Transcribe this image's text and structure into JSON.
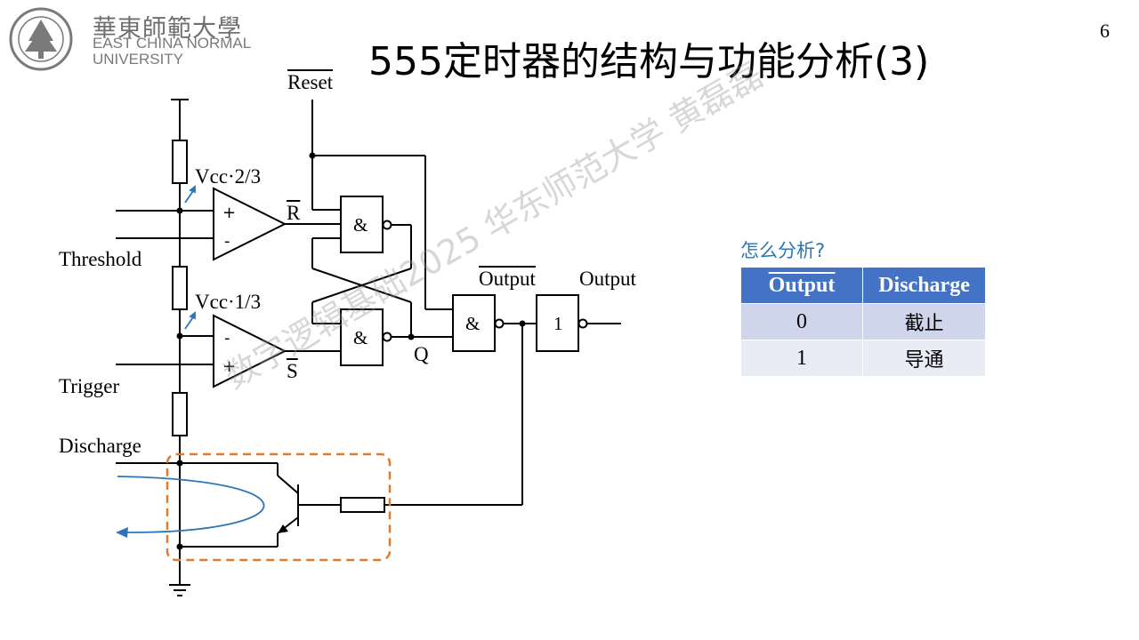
{
  "header": {
    "logo_cn": "華東師範大學",
    "logo_en_1": "EAST CHINA NORMAL",
    "logo_en_2": "UNIVERSITY",
    "title": "555定时器的结构与功能分析(3)",
    "page_number": "6"
  },
  "circuit": {
    "reset_label": "Reset",
    "vcc_23_label": "Vcc·2/3",
    "vcc_13_label": "Vcc·1/3",
    "threshold_label": "Threshold",
    "trigger_label": "Trigger",
    "discharge_label": "Discharge",
    "r_label": "R",
    "s_label": "S",
    "q_label": "Q",
    "output_bar_label": "Output",
    "output_label": "Output",
    "comp_upper_plus": "+",
    "comp_upper_minus": "-",
    "comp_lower_minus": "-",
    "comp_lower_plus": "+",
    "and_gate_symbol": "&",
    "not_gate_symbol": "1"
  },
  "question": "怎么分析?",
  "truth_table": {
    "headers": [
      "Output",
      "Discharge"
    ],
    "rows": [
      [
        "0",
        "截止"
      ],
      [
        "1",
        "导通"
      ]
    ]
  },
  "watermark": "数字逻辑基础2025 华东师范大学 黄磊磊",
  "colors": {
    "table_header": "#4472c4",
    "table_row1": "#cfd5ea",
    "table_row2": "#e9ebf5",
    "highlight_box": "#e07b2e",
    "arrow": "#2e75b6"
  }
}
